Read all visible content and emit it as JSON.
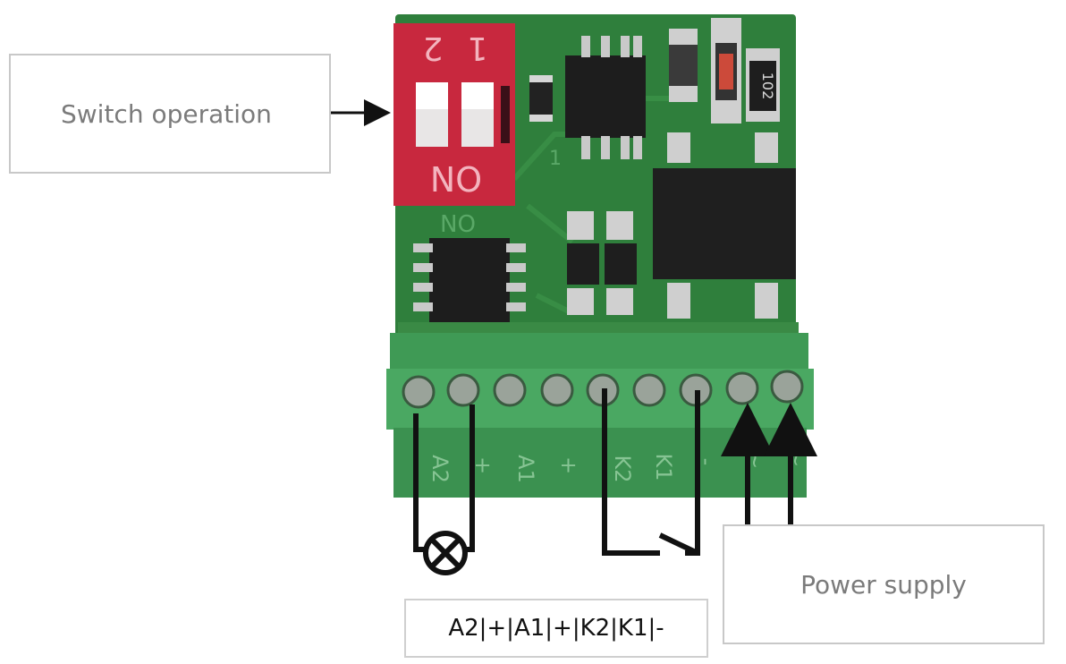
{
  "callouts": {
    "switch_operation": "Switch operation",
    "power_supply": "Power supply",
    "pin_order": "A2|+|A1|+|K2|K1|-"
  },
  "board": {
    "dip_numbers": [
      "2",
      "1"
    ],
    "dip_label": "ON",
    "silk_on": "ON",
    "silk_one": "1",
    "resistor_code": "102",
    "terminal_labels": [
      "A2",
      "+",
      "A1",
      "+",
      "K2",
      "K1",
      "-",
      "~",
      "~"
    ]
  },
  "colors": {
    "pcb": "#2f7f3c",
    "terminal_block": "#3f9a55",
    "dip_switch": "#c8283e",
    "wire": "#111111",
    "callout_border": "#c8c8c8"
  }
}
